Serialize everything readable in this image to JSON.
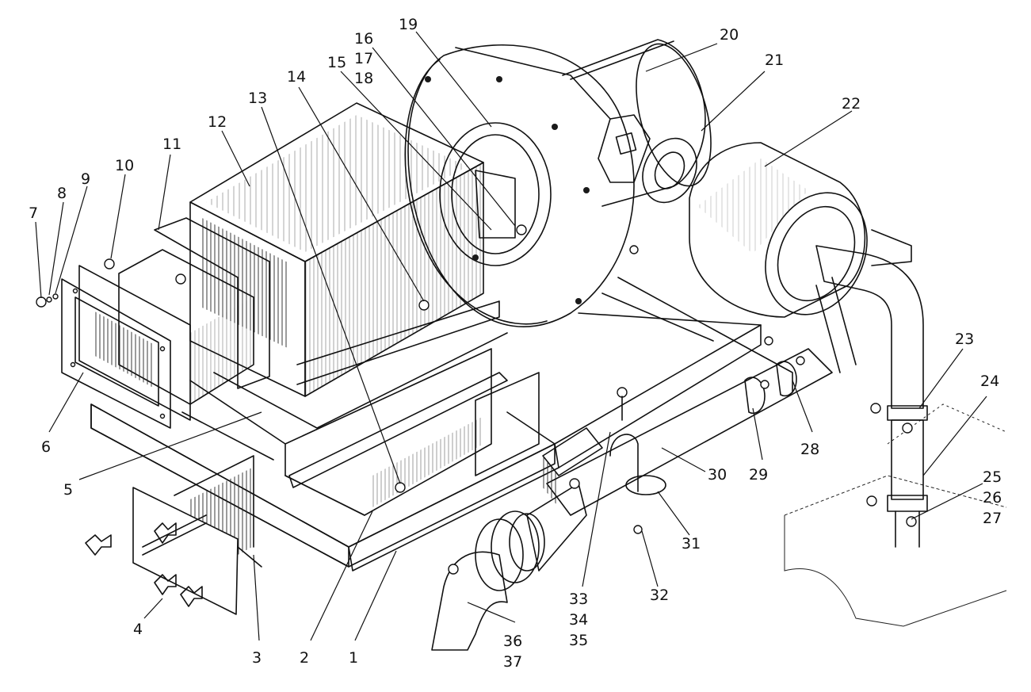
{
  "diagram": {
    "style": "exploded isometric line drawing, black ink on white",
    "callouts": [
      {
        "id": "1",
        "label": "1"
      },
      {
        "id": "2",
        "label": "2"
      },
      {
        "id": "3",
        "label": "3"
      },
      {
        "id": "4",
        "label": "4"
      },
      {
        "id": "5",
        "label": "5"
      },
      {
        "id": "6",
        "label": "6"
      },
      {
        "id": "7",
        "label": "7"
      },
      {
        "id": "8",
        "label": "8"
      },
      {
        "id": "9",
        "label": "9"
      },
      {
        "id": "10",
        "label": "10"
      },
      {
        "id": "11",
        "label": "11"
      },
      {
        "id": "12",
        "label": "12"
      },
      {
        "id": "13",
        "label": "13"
      },
      {
        "id": "14",
        "label": "14"
      },
      {
        "id": "15",
        "label": "15"
      },
      {
        "id": "16",
        "label": "16"
      },
      {
        "id": "17",
        "label": "17"
      },
      {
        "id": "18",
        "label": "18"
      },
      {
        "id": "19",
        "label": "19"
      },
      {
        "id": "20",
        "label": "20"
      },
      {
        "id": "21",
        "label": "21"
      },
      {
        "id": "22",
        "label": "22"
      },
      {
        "id": "23",
        "label": "23"
      },
      {
        "id": "24",
        "label": "24"
      },
      {
        "id": "25",
        "label": "25"
      },
      {
        "id": "26",
        "label": "26"
      },
      {
        "id": "27",
        "label": "27"
      },
      {
        "id": "28",
        "label": "28"
      },
      {
        "id": "29",
        "label": "29"
      },
      {
        "id": "30",
        "label": "30"
      },
      {
        "id": "31",
        "label": "31"
      },
      {
        "id": "32",
        "label": "32"
      },
      {
        "id": "33",
        "label": "33"
      },
      {
        "id": "34",
        "label": "34"
      },
      {
        "id": "35",
        "label": "35"
      },
      {
        "id": "36",
        "label": "36"
      },
      {
        "id": "37",
        "label": "37"
      }
    ]
  }
}
